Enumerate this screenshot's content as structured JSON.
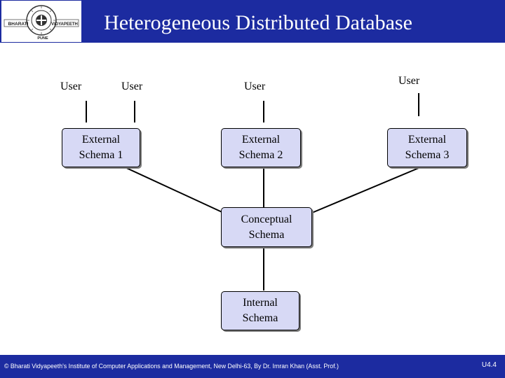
{
  "header": {
    "title": "Heterogeneous Distributed Database",
    "logo": {
      "left_text": "BHARATI",
      "right_text": "VIDYAPEETH",
      "bottom_text": "PUNE"
    }
  },
  "diagram": {
    "users": [
      "User",
      "User",
      "User",
      "User"
    ],
    "external_schemas": [
      {
        "line1": "External",
        "line2": "Schema 1"
      },
      {
        "line1": "External",
        "line2": "Schema 2"
      },
      {
        "line1": "External",
        "line2": "Schema 3"
      }
    ],
    "conceptual": {
      "line1": "Conceptual",
      "line2": "Schema"
    },
    "internal": {
      "line1": "Internal",
      "line2": "Schema"
    }
  },
  "footer": {
    "text": "© Bharati Vidyapeeth's Institute of Computer Applications and Management, New Delhi-63, By Dr. Imran Khan (Asst. Prof.)",
    "slide_number": "U4.4"
  },
  "colors": {
    "header": "#1c2ba0",
    "node_fill": "#d7d9f5",
    "text": "#000000"
  }
}
